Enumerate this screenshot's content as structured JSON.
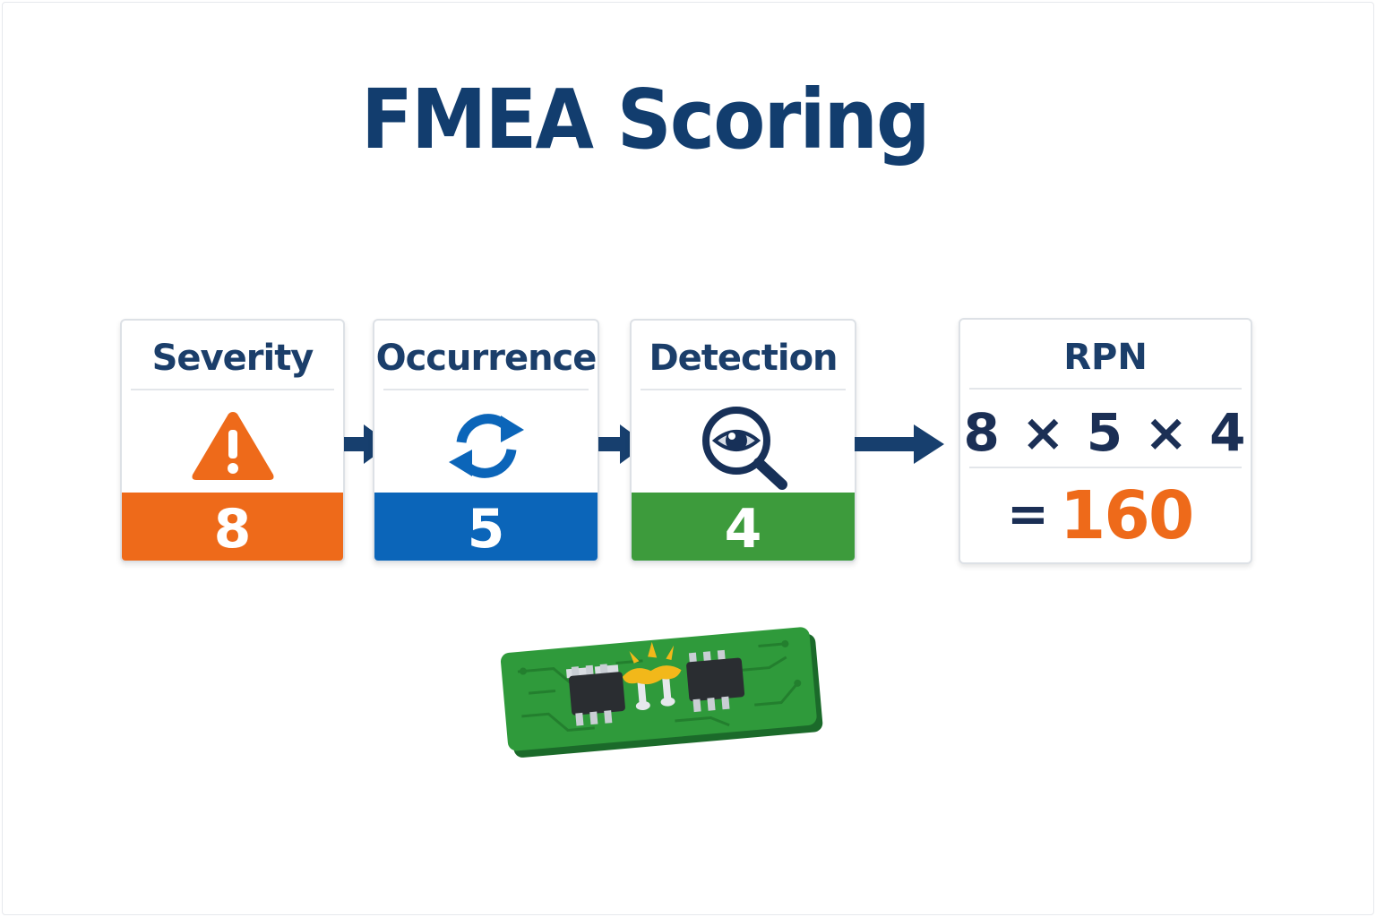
{
  "title": "FMEA Scoring",
  "colors": {
    "title": "#123d6e",
    "severity": "#ee6a1a",
    "occurrence": "#0b65b9",
    "detection": "#3d9b3c",
    "rpn_result": "#ee6a1a",
    "arrow": "#173f6e"
  },
  "factors": [
    {
      "label": "Severity",
      "icon": "warning-triangle-icon",
      "score": "8"
    },
    {
      "label": "Occurrence",
      "icon": "refresh-cycle-icon",
      "score": "5"
    },
    {
      "label": "Detection",
      "icon": "magnifier-eye-icon",
      "score": "4"
    }
  ],
  "rpn": {
    "label": "RPN",
    "formula": "8 × 5 × 4",
    "equals": "=",
    "value": "160"
  },
  "illustration": {
    "icon": "circuit-board-solder-defect-icon"
  }
}
